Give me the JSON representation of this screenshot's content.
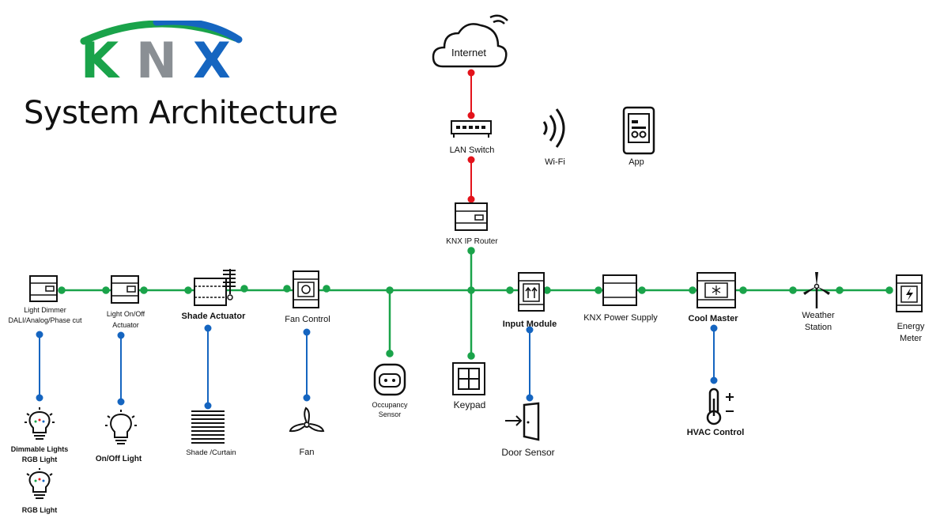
{
  "brand": {
    "letters": [
      "K",
      "N",
      "X"
    ],
    "colors": {
      "green": "#1aa34a",
      "grey": "#8a8f94",
      "blue": "#1565c0"
    }
  },
  "subtitle": "System Architecture",
  "link_colors": {
    "internet": "#e3131b",
    "bus": "#1aa34a",
    "device": "#1565c0"
  },
  "nodes": {
    "internet": "Internet",
    "lan_switch": "LAN Switch",
    "wifi": "Wi-Fi",
    "app": "App",
    "ip_router": "KNX IP Router",
    "light_dimmer": [
      "Light Dimmer",
      "DALI/Analog/Phase cut"
    ],
    "on_off_actuator": [
      "Light On/Off",
      "Actuator"
    ],
    "shade_actuator": "Shade Actuator",
    "fan_control": "Fan Control",
    "occupancy_sensor": [
      "Occupancy",
      "Sensor"
    ],
    "keypad": "Keypad",
    "input_module": "Input Module",
    "power_supply": "KNX Power Supply",
    "cool_master": "Cool Master",
    "weather_station": [
      "Weather",
      "Station"
    ],
    "energy_meter": [
      "Energy",
      "Meter"
    ],
    "dimmable_lights": [
      "Dimmable Lights",
      "RGB Light"
    ],
    "rgb_light": "RGB Light",
    "on_off_light": "On/Off Light",
    "shade_curtain": "Shade /Curtain",
    "fan": "Fan",
    "door_sensor": "Door Sensor",
    "hvac_control": "HVAC Control"
  }
}
